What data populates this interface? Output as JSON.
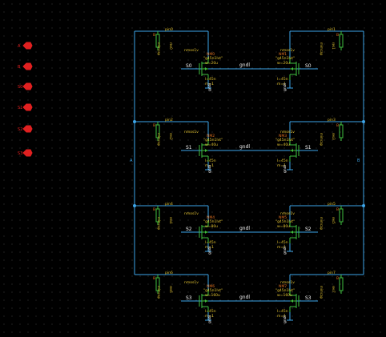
{
  "colors": {
    "wire": "#3da5e8",
    "device": "#3fbf3f",
    "label_yellow": "#e0c030",
    "label_orange": "#e07020",
    "pin_red": "#e02020",
    "net_label": "#f0f0f0"
  },
  "pins": [
    {
      "label": "A"
    },
    {
      "label": "B"
    },
    {
      "label": "S0"
    },
    {
      "label": "S1"
    },
    {
      "label": "S2"
    },
    {
      "label": "S3"
    }
  ],
  "rails": {
    "left": "A",
    "right": "B"
  },
  "stages": [
    {
      "select": "S0",
      "gnd": "gndl",
      "res_left": {
        "name": "pin0",
        "model": "mimcap",
        "ref": "res0",
        "net": "B"
      },
      "res_right": {
        "name": "pin1",
        "model": "mimcap",
        "ref": "res1",
        "net": "B"
      },
      "nmos_left": {
        "type": "nmos1v",
        "inst": "NM0",
        "model": "\"g45n1lvt\"",
        "w": "w=20u",
        "l": "l=45n",
        "m": "m=1"
      },
      "nmos_right": {
        "type": "nmos1v",
        "inst": "NM1",
        "model": "\"g45n1lvt\"",
        "w": "w=20u",
        "l": "l=45n",
        "m": "m=1"
      }
    },
    {
      "select": "S1",
      "gnd": "gndl",
      "res_left": {
        "name": "pin2",
        "model": "mimcap",
        "ref": "res2",
        "net": "B"
      },
      "res_right": {
        "name": "pin3",
        "model": "mimcap",
        "ref": "res3",
        "net": "B"
      },
      "nmos_left": {
        "type": "nmos1v",
        "inst": "NM2",
        "model": "\"g45n1lvt\"",
        "w": "w=40u",
        "l": "l=45n",
        "m": "m=1"
      },
      "nmos_right": {
        "type": "nmos1v",
        "inst": "NM3",
        "model": "\"g45n1lvt\"",
        "w": "w=40u",
        "l": "l=45n",
        "m": "m=1"
      }
    },
    {
      "select": "S2",
      "gnd": "gndl",
      "res_left": {
        "name": "pin4",
        "model": "mimcap",
        "ref": "res4",
        "net": "B"
      },
      "res_right": {
        "name": "pin5",
        "model": "mimcap",
        "ref": "res5",
        "net": "B"
      },
      "nmos_left": {
        "type": "nmos1v",
        "inst": "NM4",
        "model": "\"g45n1lvt\"",
        "w": "w=80u",
        "l": "l=45n",
        "m": "m=1"
      },
      "nmos_right": {
        "type": "nmos1v",
        "inst": "NM5",
        "model": "\"g45n1lvt\"",
        "w": "w=80u",
        "l": "l=45n",
        "m": "m=1"
      }
    },
    {
      "select": "S3",
      "gnd": "gndl",
      "res_left": {
        "name": "pin6",
        "model": "mimcap",
        "ref": "res6",
        "net": "B"
      },
      "res_right": {
        "name": "pin7",
        "model": "mimcap",
        "ref": "res7",
        "net": "B"
      },
      "nmos_left": {
        "type": "nmos1v",
        "inst": "NM6",
        "model": "\"g45n1lvt\"",
        "w": "w=160u",
        "l": "l=45n",
        "m": "m=1"
      },
      "nmos_right": {
        "type": "nmos1v",
        "inst": "NM7",
        "model": "\"g45n1lvt\"",
        "w": "w=160u",
        "l": "l=45n",
        "m": "m=1"
      }
    }
  ]
}
